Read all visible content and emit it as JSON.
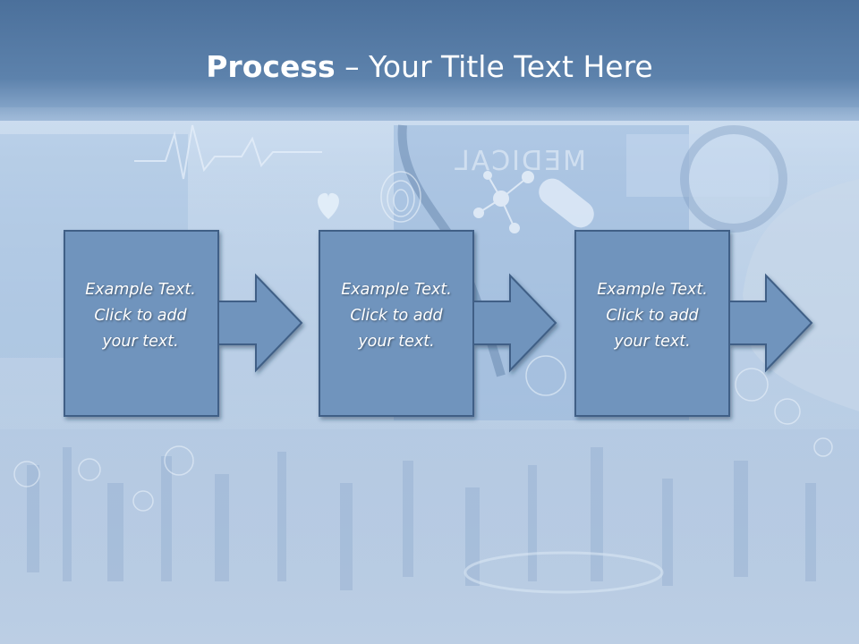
{
  "slide": {
    "title_bold": "Process",
    "title_rest": " – Your Title Text Here",
    "background_text": "MEDICAL"
  },
  "steps": [
    {
      "lines": [
        "Example Text.",
        "Click  to add",
        "your text."
      ]
    },
    {
      "lines": [
        "Example Text.",
        "Click  to add",
        "your text."
      ]
    },
    {
      "lines": [
        "Example Text.",
        "Click  to add",
        "your text."
      ]
    }
  ],
  "colors": {
    "box_fill": "#6f94bd",
    "box_stroke": "#3f5f86",
    "title_bar": "#5278a3"
  }
}
